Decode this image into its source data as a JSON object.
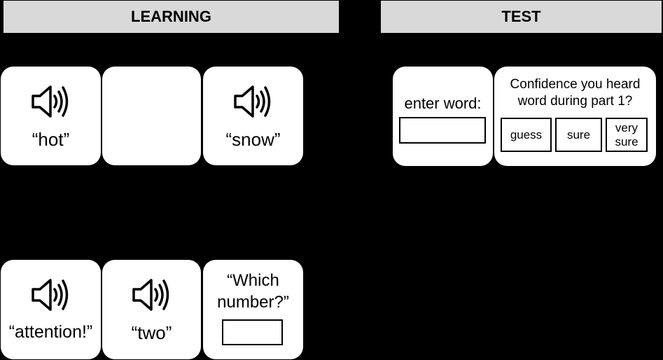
{
  "sections": {
    "learning_title": "LEARNING",
    "test_title": "TEST"
  },
  "learning": {
    "row1": [
      {
        "type": "audio",
        "icon": "speaker-icon",
        "word": "“hot”"
      },
      {
        "type": "blank"
      },
      {
        "type": "audio",
        "icon": "speaker-icon",
        "word": "“snow”"
      }
    ],
    "row2": [
      {
        "type": "audio",
        "icon": "speaker-icon",
        "word": "“attention!”"
      },
      {
        "type": "audio",
        "icon": "speaker-icon",
        "word": "“two”"
      },
      {
        "type": "prompt",
        "line1": "“Which",
        "line2": "number?”"
      }
    ]
  },
  "test": {
    "enter_label": "enter word:",
    "confidence_line1": "Confidence you heard",
    "confidence_line2": "word during part 1?",
    "options": [
      "guess",
      "sure",
      "very",
      "sure"
    ]
  },
  "colors": {
    "background": "#000000",
    "header": "#d9d9d9",
    "card": "#ffffff"
  }
}
